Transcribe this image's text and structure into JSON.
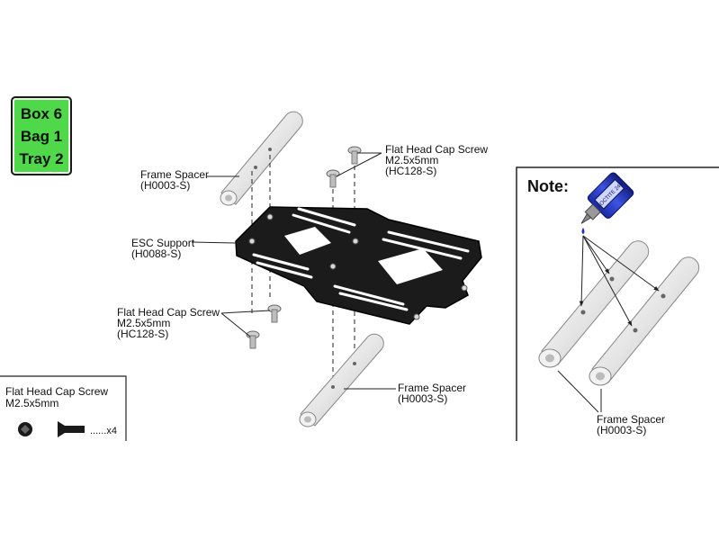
{
  "badge": {
    "box": "Box 6",
    "bag": "Bag 1",
    "tray": "Tray 2"
  },
  "labels": {
    "frame_spacer_top": {
      "name": "Frame Spacer",
      "code": "(H0003-S)"
    },
    "screw_top": {
      "name": "Flat Head Cap Screw",
      "size": "M2.5x5mm",
      "code": "(HC128-S)"
    },
    "esc_support": {
      "name": "ESC Support",
      "code": "(H0088-S)"
    },
    "screw_bottom": {
      "name": "Flat Head Cap Screw",
      "size": "M2.5x5mm",
      "code": "(HC128-S)"
    },
    "frame_spacer_bottom": {
      "name": "Frame Spacer",
      "code": "(H0003-S)"
    }
  },
  "note": {
    "title": "Note:",
    "bottle_label": "LOCTITE 243",
    "spacer_name": "Frame Spacer",
    "spacer_code": "(H0003-S)"
  },
  "legend": {
    "name": "Flat Head Cap Screw",
    "size": "M2.5x5mm",
    "qty": "......x4"
  }
}
